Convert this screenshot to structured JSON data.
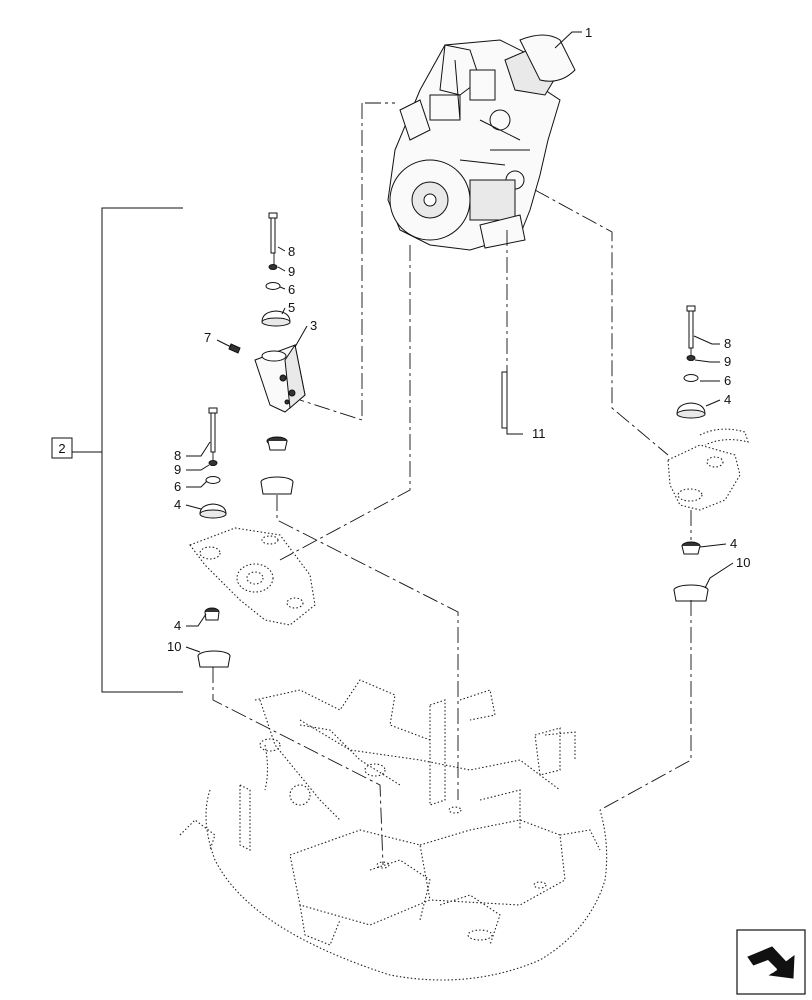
{
  "callouts": {
    "c1": "1",
    "c3": "3",
    "c5": "5",
    "c7": "7",
    "c11": "11",
    "mid_8": "8",
    "mid_9": "9",
    "mid_6": "6",
    "left_8": "8",
    "left_9": "9",
    "left_6": "6",
    "left_4a": "4",
    "left_4b": "4",
    "left_10": "10",
    "right_8": "8",
    "right_9": "9",
    "right_6": "6",
    "right_4a": "4",
    "right_4b": "4",
    "right_10": "10"
  },
  "group_box": {
    "label": "2"
  },
  "nav_icon": {
    "name": "next-page-arrow-icon"
  }
}
